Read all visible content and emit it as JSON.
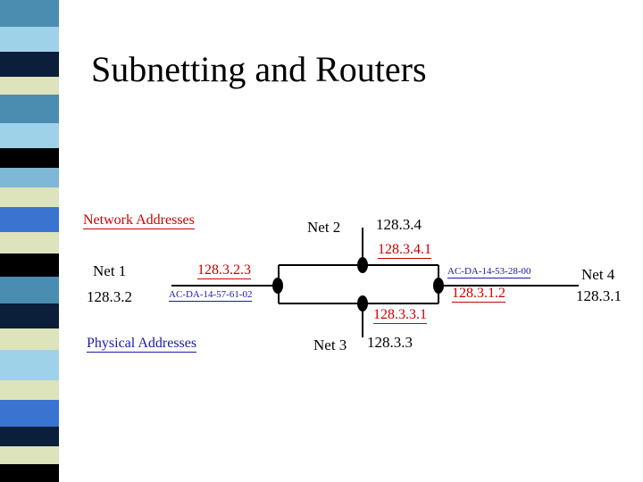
{
  "slide": {
    "title": "Subnetting and Routers"
  },
  "legend": {
    "network_addresses": "Network Addresses",
    "physical_addresses": "Physical Addresses"
  },
  "networks": {
    "net1": {
      "name": "Net 1",
      "address": "128.3.2"
    },
    "net2": {
      "name": "Net 2",
      "address": "128.3.4"
    },
    "net3": {
      "name": "Net 3",
      "address": "128.3.3"
    },
    "net4": {
      "name": "Net 4",
      "address": "128.3.1"
    }
  },
  "interfaces": {
    "router_a_net1_ip": "128.3.2.3",
    "router_a_net1_mac": "AC-DA-14-57-61-02",
    "router_b_net2_ip": "128.3.4.1",
    "router_b_net3_ip": "128.3.3.1",
    "router_c_net4_mac": "AC-DA-14-53-28-00",
    "router_c_net4_ip": "128.3.1.2"
  },
  "colors": {
    "network_address": "#cc0000",
    "physical_address": "#1a1aa8",
    "stripe": [
      "#4a8db0",
      "#9ed2e8",
      "#0b1e3a",
      "#dde3bb",
      "#3b73d0",
      "#000000",
      "#7fb7d6"
    ]
  }
}
